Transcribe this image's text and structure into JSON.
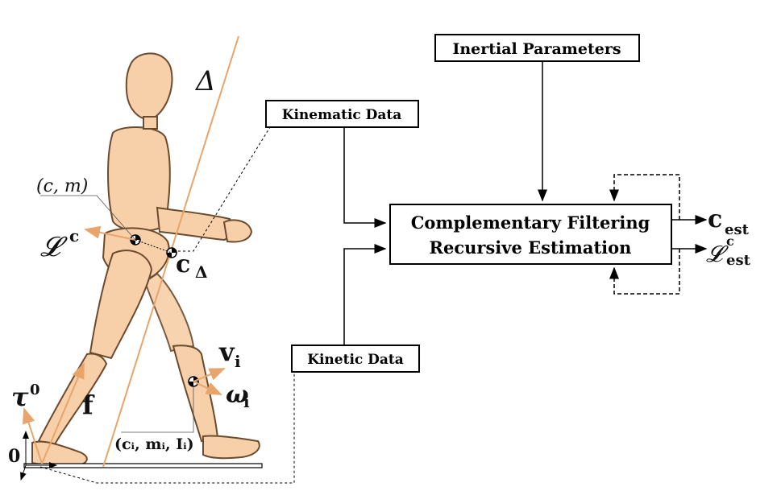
{
  "boxes": {
    "inertial": "Inertial Parameters",
    "kinematic": "Kinematic Data",
    "kinetic": "Kinetic Data",
    "filter_line1": "Complementary Filtering",
    "filter_line2": "Recursive Estimation"
  },
  "outputs": {
    "c_est_main": "c",
    "c_est_sub": "est",
    "l_est_main": "𝓛̇",
    "l_est_sup": "c",
    "l_est_sub": "est"
  },
  "figure_labels": {
    "delta": "Δ",
    "cm": "(c, m)",
    "ldot": "𝓛̇",
    "ldot_sup": "c",
    "c_delta_main": "c",
    "c_delta_sub": "Δ",
    "v_main": "v",
    "v_sub": "i",
    "omega_main": "ω",
    "omega_sub": "i",
    "tau_main": "τ",
    "tau_sup": "0",
    "f": "f",
    "origin": "0",
    "segment": "(cᵢ, mᵢ, Iᵢ)"
  },
  "colors": {
    "body_fill": "#f7cfa8",
    "body_stroke": "#6b4a2e",
    "arrow_orange": "#e8a46a",
    "line": "#000000"
  }
}
